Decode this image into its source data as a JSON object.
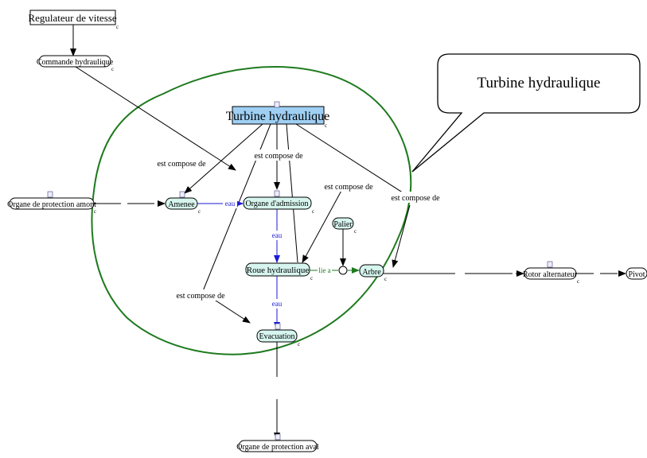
{
  "title_box": "Turbine hydraulique",
  "callout": "Turbine hydraulique",
  "nodes": {
    "regulateur": "Regulateur de vitesse",
    "commande": "Commande hydraulique",
    "protection_amont": "Organe de protection amont",
    "amenee": "Amenee",
    "organe_admission": "Organe d'admission",
    "palier": "Palier",
    "roue": "Roue hydraulique",
    "arbre": "Arbre",
    "rotor": "Rotor alternateur",
    "pivot": "Pivot",
    "evacuation": "Evacuation",
    "protection_aval": "Organe de protection aval"
  },
  "edge_labels": {
    "compose_1": "est compose de",
    "compose_2": "est compose de",
    "compose_3": "est compose de",
    "compose_4": "est compose de",
    "compose_5": "est compose de",
    "eau_1": "eau",
    "eau_2": "eau",
    "eau_3": "eau",
    "lie_a": "lie a"
  },
  "marker": "c",
  "colors": {
    "node_fill": "#d6f5ee",
    "title_fill": "#9fd0f4",
    "water": "#1a1ad6",
    "link": "#1e7a1e",
    "boundary": "#1e7a1e",
    "line": "#000000"
  }
}
